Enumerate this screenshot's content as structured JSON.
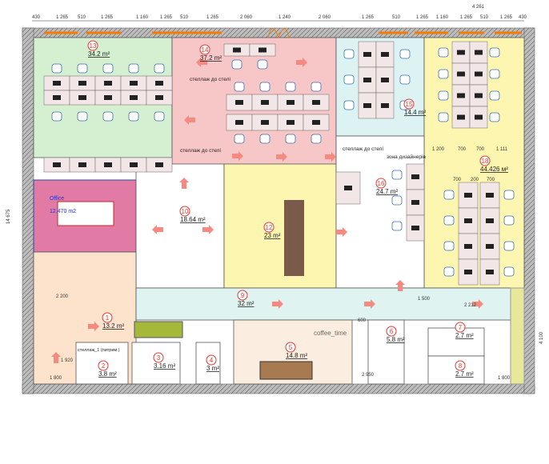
{
  "dimensions": {
    "top": [
      "430",
      "1 265",
      "510",
      "1 265",
      "1 160",
      "1 265",
      "510",
      "1 265",
      "2 060",
      "1 240",
      "2 060",
      "1 265",
      "510",
      "1 265",
      "1 160",
      "1 265",
      "510",
      "1 265",
      "430"
    ],
    "top_right_overall": "4 261",
    "left_overall": "14 675",
    "right_overall": "4 100",
    "misc": [
      "2 200",
      "1 800",
      "1 800",
      "1 920",
      "1 200",
      "700",
      "700",
      "1 111",
      "700",
      "200",
      "700",
      "2 212",
      "1 500",
      "600",
      "2 950"
    ]
  },
  "rooms": [
    {
      "id": "13",
      "area": "34.2 m²",
      "color": "#d4f0d0"
    },
    {
      "id": "14",
      "area": "37.2 m²",
      "color": "#f7c6c6"
    },
    {
      "id": "15",
      "area": "14.4 m²",
      "color": "#ddf3f3"
    },
    {
      "id": "18",
      "area": "44.426 м²",
      "color": "#fdf6b0"
    },
    {
      "id": "10",
      "area": "18.64 m²",
      "color": "#ffffff"
    },
    {
      "id": "12",
      "area": "23 m²",
      "color": "#fdf6b0"
    },
    {
      "id": "16",
      "area": "24.7 m²",
      "color": "#ffffff"
    },
    {
      "id": "1",
      "area": "13.2 m²",
      "color": "#fde3cc"
    },
    {
      "id": "9",
      "area": "32 m²",
      "color": "#dff3f0"
    },
    {
      "id": "2",
      "area": "3.8 m²",
      "color": "#ffffff"
    },
    {
      "id": "3",
      "area": "3.16 m²",
      "color": "#ffffff"
    },
    {
      "id": "4",
      "area": "3 m²",
      "color": "#ffffff"
    },
    {
      "id": "5",
      "area": "14.8 m²",
      "color": "#fbeee0"
    },
    {
      "id": "6",
      "area": "5.8 m²",
      "color": "#ffffff"
    },
    {
      "id": "7",
      "area": "2.7 m²",
      "color": "#ffffff"
    },
    {
      "id": "8",
      "area": "2.7 m²",
      "color": "#ffffff"
    }
  ],
  "office_room": {
    "name": "Office",
    "area": "12.470 m2",
    "color": "#e27aa6"
  },
  "notes": {
    "shelf_1": "стеллаж до стелі",
    "shelf_2": "стеллаж до стелі",
    "shelf_3": "стеллаж до стелі",
    "designer_zone": "зона дизайнерів",
    "coffee": "coffee_time",
    "storage_rack": "стеллаж_1 (питрим.)"
  },
  "colors": {
    "wall": "#9e9e9e",
    "window": "#f57c00",
    "room_number": "#e53935",
    "arrow": "#f48a80"
  }
}
